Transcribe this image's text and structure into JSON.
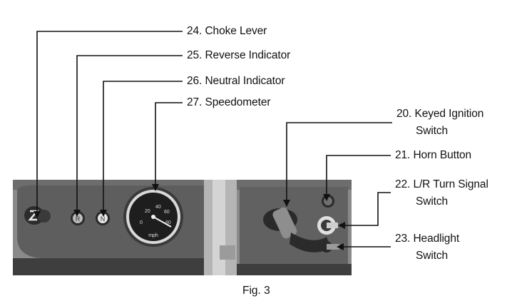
{
  "figure": {
    "caption": "Fig. 3",
    "photo_description_labels": {
      "reverse_gauge_letter": "R",
      "neutral_gauge_letter": "N",
      "speedometer_unit": "mph",
      "speedometer_ticks": [
        "0",
        "20",
        "40",
        "60",
        "80"
      ]
    }
  },
  "callouts": {
    "c24": "24. Choke Lever",
    "c25": "25. Reverse Indicator",
    "c26": "26. Neutral Indicator",
    "c27": "27. Speedometer",
    "c20_line1": "20. Keyed Ignition",
    "c20_line2": "Switch",
    "c21": "21. Horn Button",
    "c22_line1": "22. L/R Turn Signal",
    "c22_line2": "Switch",
    "c23_line1": "23. Headlight",
    "c23_line2": "Switch"
  },
  "colors": {
    "leader": "#111111",
    "panel": "#5a5a5a",
    "panel_dark": "#2a2a2a"
  }
}
